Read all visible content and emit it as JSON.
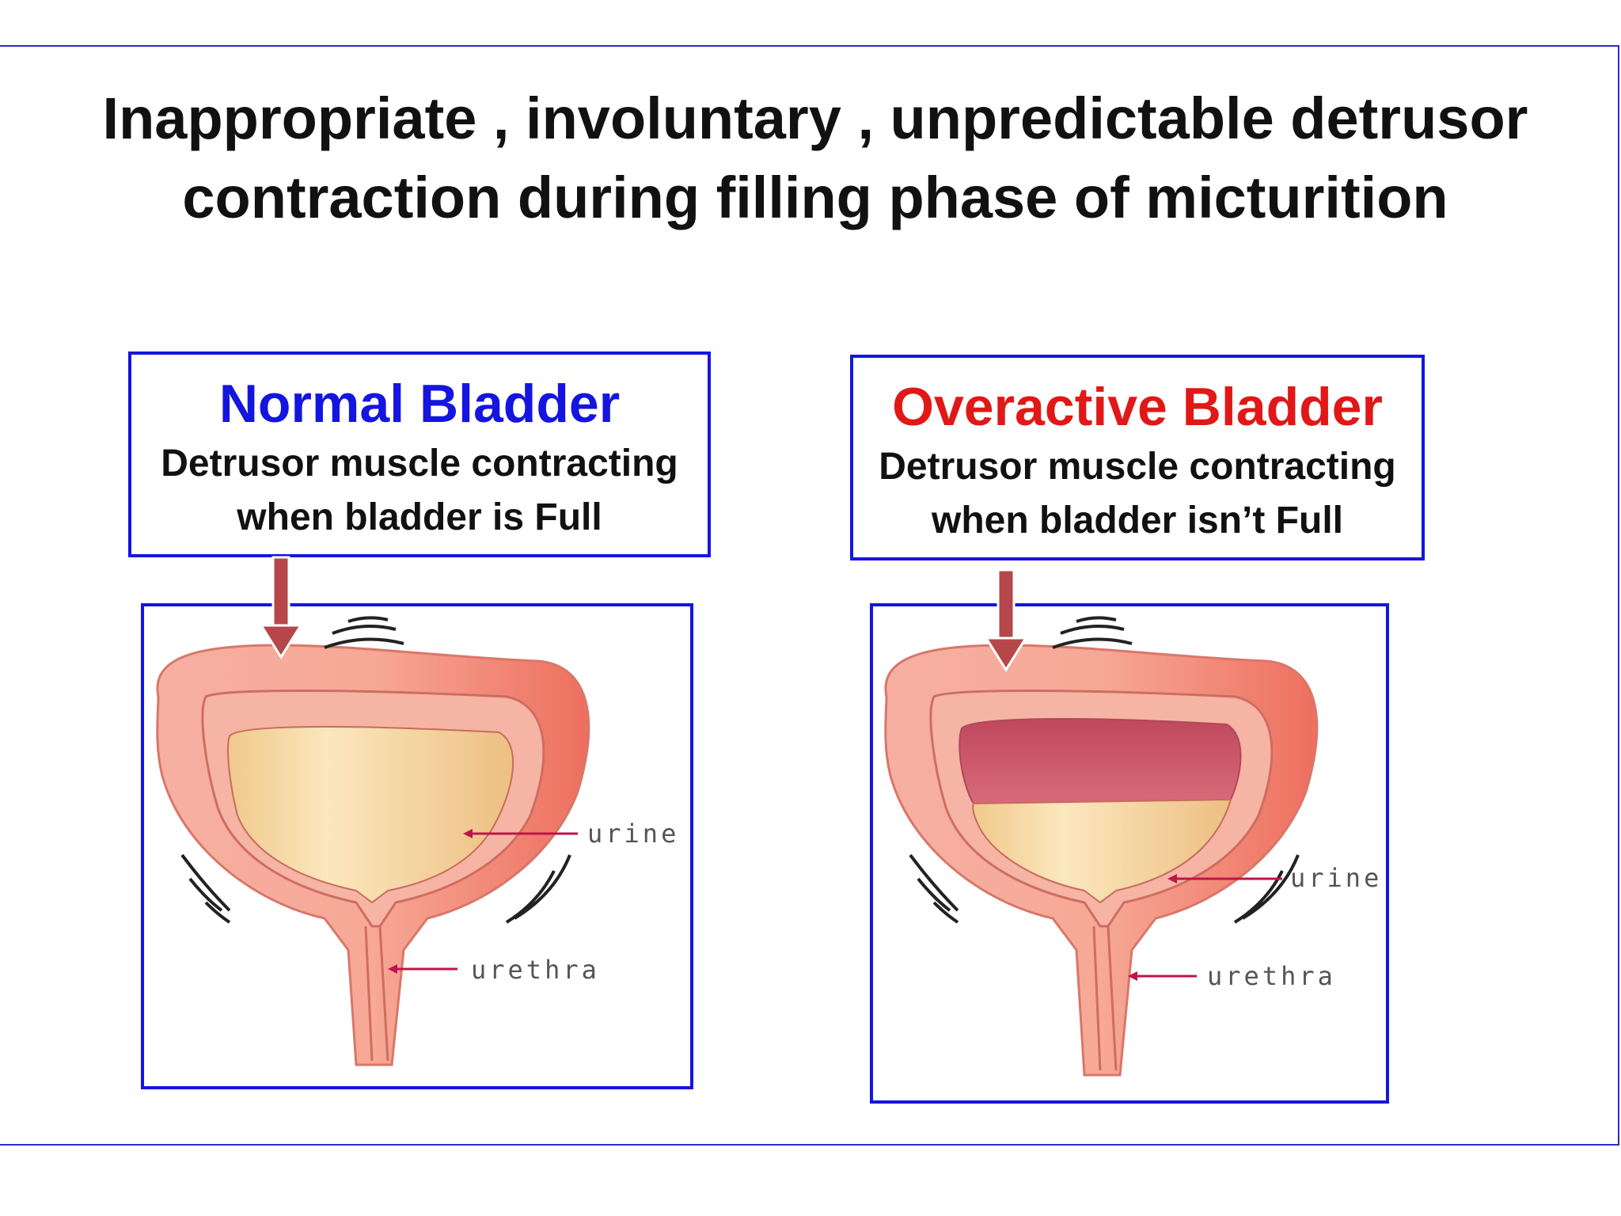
{
  "title": {
    "line1": "Inappropriate , involuntary , unpredictable detrusor",
    "line2": "contraction during filling phase of micturition"
  },
  "normal": {
    "heading": "Normal Bladder",
    "desc_line1": "Detrusor muscle contracting",
    "desc_line2": "when bladder is Full",
    "label_urine": "urine",
    "label_urethra": "urethra"
  },
  "overactive": {
    "heading": "Overactive Bladder",
    "desc_line1": "Detrusor muscle contracting",
    "desc_line2": "when bladder isn’t Full",
    "label_urine": "urine",
    "label_urethra": "urethra"
  },
  "colors": {
    "normal_heading": "#1515e0",
    "overactive_heading": "#e11818",
    "box_border": "#1515e0",
    "arrow": "#b5474b",
    "bladder_wall": "#f08a7a",
    "urine": "#f2d49a"
  }
}
